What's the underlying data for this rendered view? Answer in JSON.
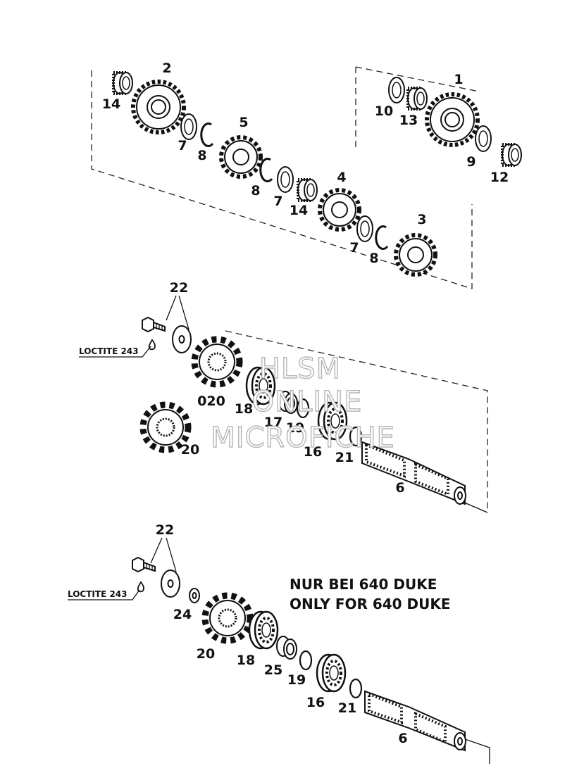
{
  "part_numbers": {
    "n1": "1",
    "n2": "2",
    "n3": "3",
    "n4": "4",
    "n5": "5",
    "n7a": "7",
    "n8a": "8",
    "n8b": "8",
    "n7b": "7",
    "n14a": "14",
    "n14b": "14",
    "n7c": "7",
    "n8c": "8",
    "n10": "10",
    "n13": "13",
    "n9": "9",
    "n12": "12",
    "m22": "22",
    "m020": "020",
    "m18": "18",
    "m17": "17",
    "m19": "19",
    "m20": "20",
    "m16": "16",
    "m21": "21",
    "m6": "6",
    "b22": "22",
    "b24": "24",
    "b20": "20",
    "b18": "18",
    "b25": "25",
    "b19": "19",
    "b16": "16",
    "b21": "21",
    "b6": "6"
  },
  "labels": {
    "loctite_top": "LOCTITE 243",
    "loctite_bottom": "LOCTITE 243",
    "note_de": "NUR BEI 640 DUKE",
    "note_en": "ONLY FOR 640 DUKE"
  },
  "watermark": {
    "line1": "HLSM",
    "line2": "ONLINE",
    "line3": "MICROFICHE"
  },
  "colors": {
    "ink": "#111111",
    "watermark": "#b5b5b5",
    "background": "#ffffff"
  }
}
